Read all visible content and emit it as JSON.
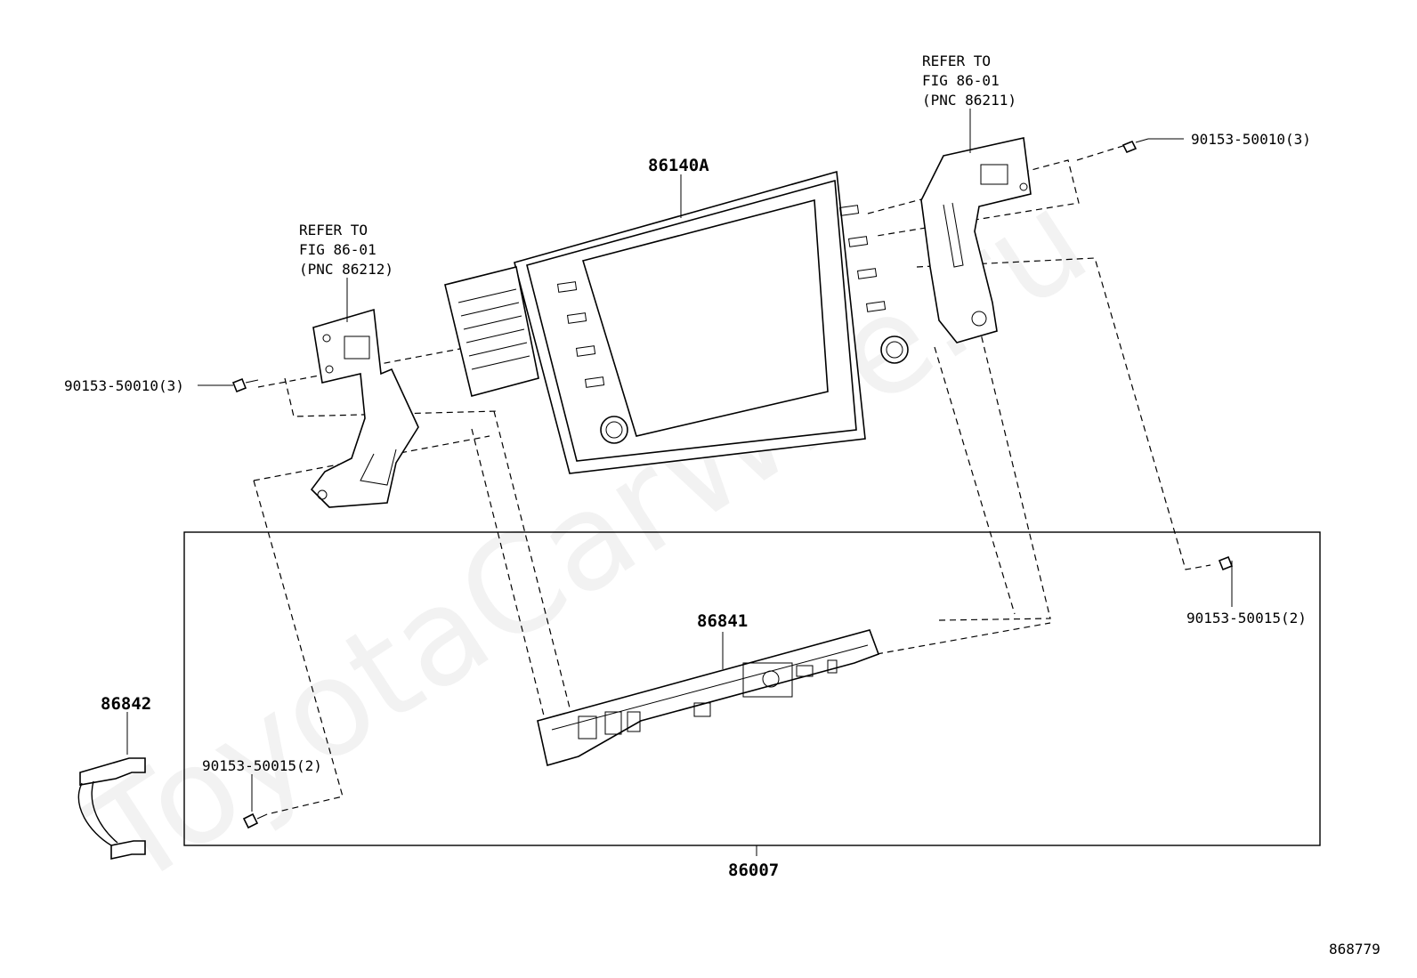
{
  "watermark": "ToyotaCarWire.ru",
  "diagram_id": "868779",
  "parts": {
    "display": "86140A",
    "bracket_lower": "86841",
    "harness": "86842",
    "assembly": "86007"
  },
  "refer_left": {
    "line1": "REFER TO",
    "line2": "FIG 86-01",
    "line3": "(PNC 86212)"
  },
  "refer_right": {
    "line1": "REFER TO",
    "line2": "FIG 86-01",
    "line3": "(PNC 86211)"
  },
  "screws": {
    "top_right": "90153-50010(3)",
    "left": "90153-50010(3)",
    "right_box": "90153-50015(2)",
    "left_box": "90153-50015(2)"
  }
}
